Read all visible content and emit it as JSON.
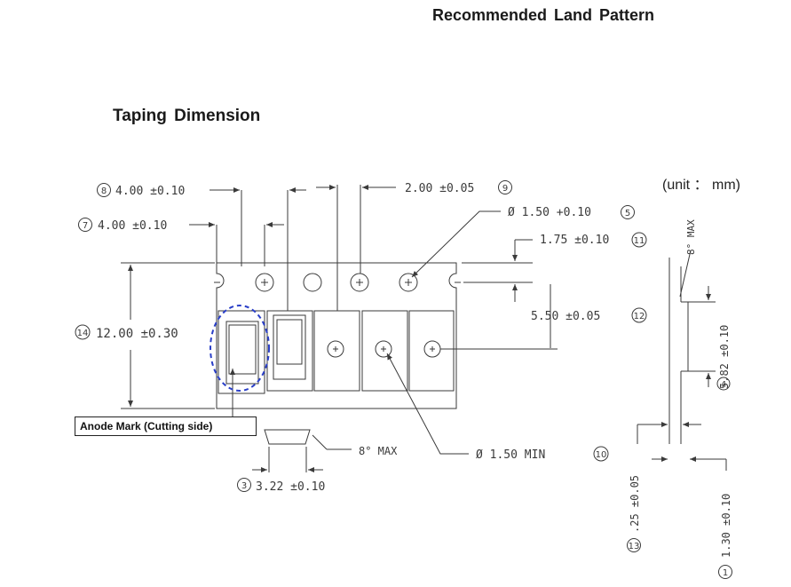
{
  "titles": {
    "land_pattern": "Recommended Land Pattern",
    "taping": "Taping Dimension",
    "unit": "(unit ： mm)"
  },
  "dims": {
    "d8": {
      "num": "8",
      "text": "4.00 ±0.10"
    },
    "d7": {
      "num": "7",
      "text": "4.00 ±0.10"
    },
    "d9": {
      "num": "9",
      "text": "2.00 ±0.05"
    },
    "d5": {
      "num": "5",
      "text": "Ø 1.50 +0.10"
    },
    "d11": {
      "num": "11",
      "text": "1.75 ±0.10"
    },
    "d12": {
      "num": "12",
      "text": "5.50 ±0.05"
    },
    "d14": {
      "num": "14",
      "text": "12.00 ±0.30"
    },
    "d10": {
      "num": "10",
      "text": "Ø 1.50 MIN"
    },
    "d3": {
      "num": "3",
      "text": "3.22 ±0.10"
    },
    "d4": {
      "num": "4",
      "text": "5.82 ±0.10"
    },
    "d13": {
      "num": "13",
      "text": ".25 ±0.05"
    },
    "d1": {
      "num": "1",
      "text": "1.30 ±0.10"
    }
  },
  "angle_top": "8° MAX",
  "angle_bottom": "8° MAX",
  "anode_label": "Anode Mark (Cutting side)",
  "colors": {
    "highlight": "#2a3fc8",
    "line": "#3a3a3a"
  }
}
